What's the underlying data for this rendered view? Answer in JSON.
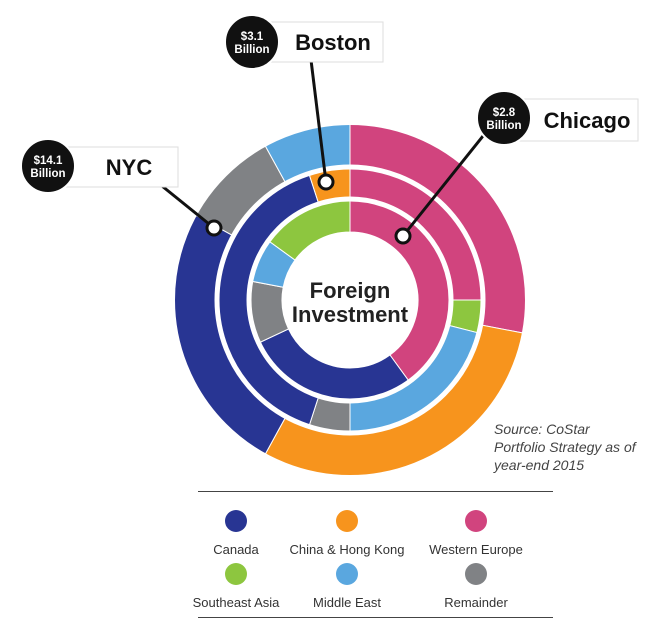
{
  "chart_data": {
    "type": "donut",
    "title": "Foreign Investment",
    "source": "Source: CoStar Portfolio Strategy as of year-end 2015",
    "categories": [
      "Canada",
      "China & Hong Kong",
      "Western Europe",
      "Southeast Asia",
      "Middle East",
      "Remainder"
    ],
    "colors": {
      "Canada": "#283593",
      "China & Hong Kong": "#F7941D",
      "Western Europe": "#D1447E",
      "Southeast Asia": "#8DC63F",
      "Middle East": "#5AA7DF",
      "Remainder": "#808285"
    },
    "series": [
      {
        "name": "NYC",
        "amount": "$14.1 Billion",
        "ring": "outer",
        "slices": [
          {
            "category": "Western Europe",
            "value": 0.28
          },
          {
            "category": "China & Hong Kong",
            "value": 0.3
          },
          {
            "category": "Canada",
            "value": 0.25
          },
          {
            "category": "Remainder",
            "value": 0.09
          },
          {
            "category": "Middle East",
            "value": 0.08
          }
        ]
      },
      {
        "name": "Boston",
        "amount": "$3.1 Billion",
        "ring": "middle",
        "slices": [
          {
            "category": "Western Europe",
            "value": 0.25
          },
          {
            "category": "Southeast Asia",
            "value": 0.04
          },
          {
            "category": "Middle East",
            "value": 0.21
          },
          {
            "category": "Remainder",
            "value": 0.05
          },
          {
            "category": "Canada",
            "value": 0.4
          },
          {
            "category": "China & Hong Kong",
            "value": 0.05
          }
        ]
      },
      {
        "name": "Chicago",
        "amount": "$2.8 Billion",
        "ring": "inner",
        "slices": [
          {
            "category": "Western Europe",
            "value": 0.4
          },
          {
            "category": "Canada",
            "value": 0.28
          },
          {
            "category": "Remainder",
            "value": 0.1
          },
          {
            "category": "Middle East",
            "value": 0.07
          },
          {
            "category": "Southeast Asia",
            "value": 0.15
          }
        ]
      }
    ],
    "legend": [
      "Canada",
      "China & Hong Kong",
      "Western Europe",
      "Southeast Asia",
      "Middle East",
      "Remainder"
    ],
    "legend_placement": "bottom"
  }
}
